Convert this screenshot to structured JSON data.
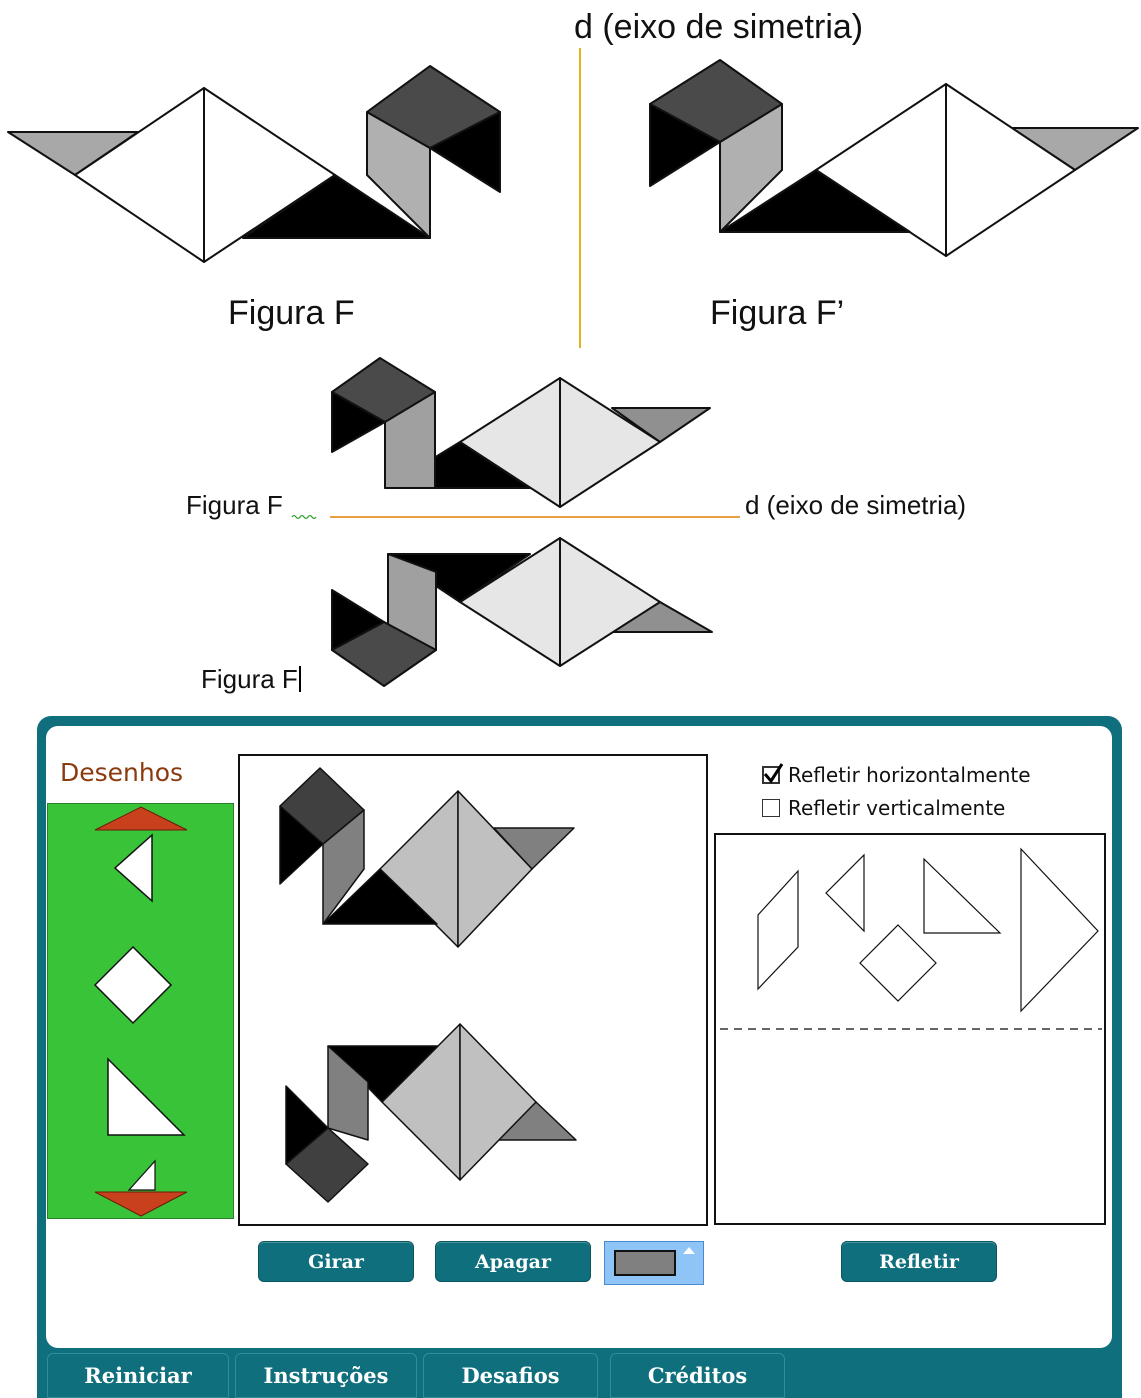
{
  "figure_top": {
    "axis_label_vertical": "d (eixo de simetria)",
    "figure_f_label": "Figura F",
    "figure_f_prime_label": "Figura F’"
  },
  "figure_middle": {
    "label_upper": "Figura F",
    "axis_label_horizontal": "d (eixo de simetria)",
    "label_lower": "Figura F"
  },
  "app": {
    "palette_title": "Desenhos",
    "checkbox_horizontal": {
      "label": "Refletir horizontalmente",
      "checked": true
    },
    "checkbox_vertical": {
      "label": "Refletir verticalmente",
      "checked": false
    },
    "buttons": {
      "rotate": "Girar",
      "erase": "Apagar",
      "reflect": "Refletir"
    },
    "selected_color": "#808080",
    "tabs": [
      "Reiniciar",
      "Instruções",
      "Desafios",
      "Créditos"
    ],
    "colors": {
      "frame": "#0f6f7c",
      "palette_bg": "#39c339",
      "arrow": "#c8401c",
      "title": "#8b3a0e"
    }
  }
}
